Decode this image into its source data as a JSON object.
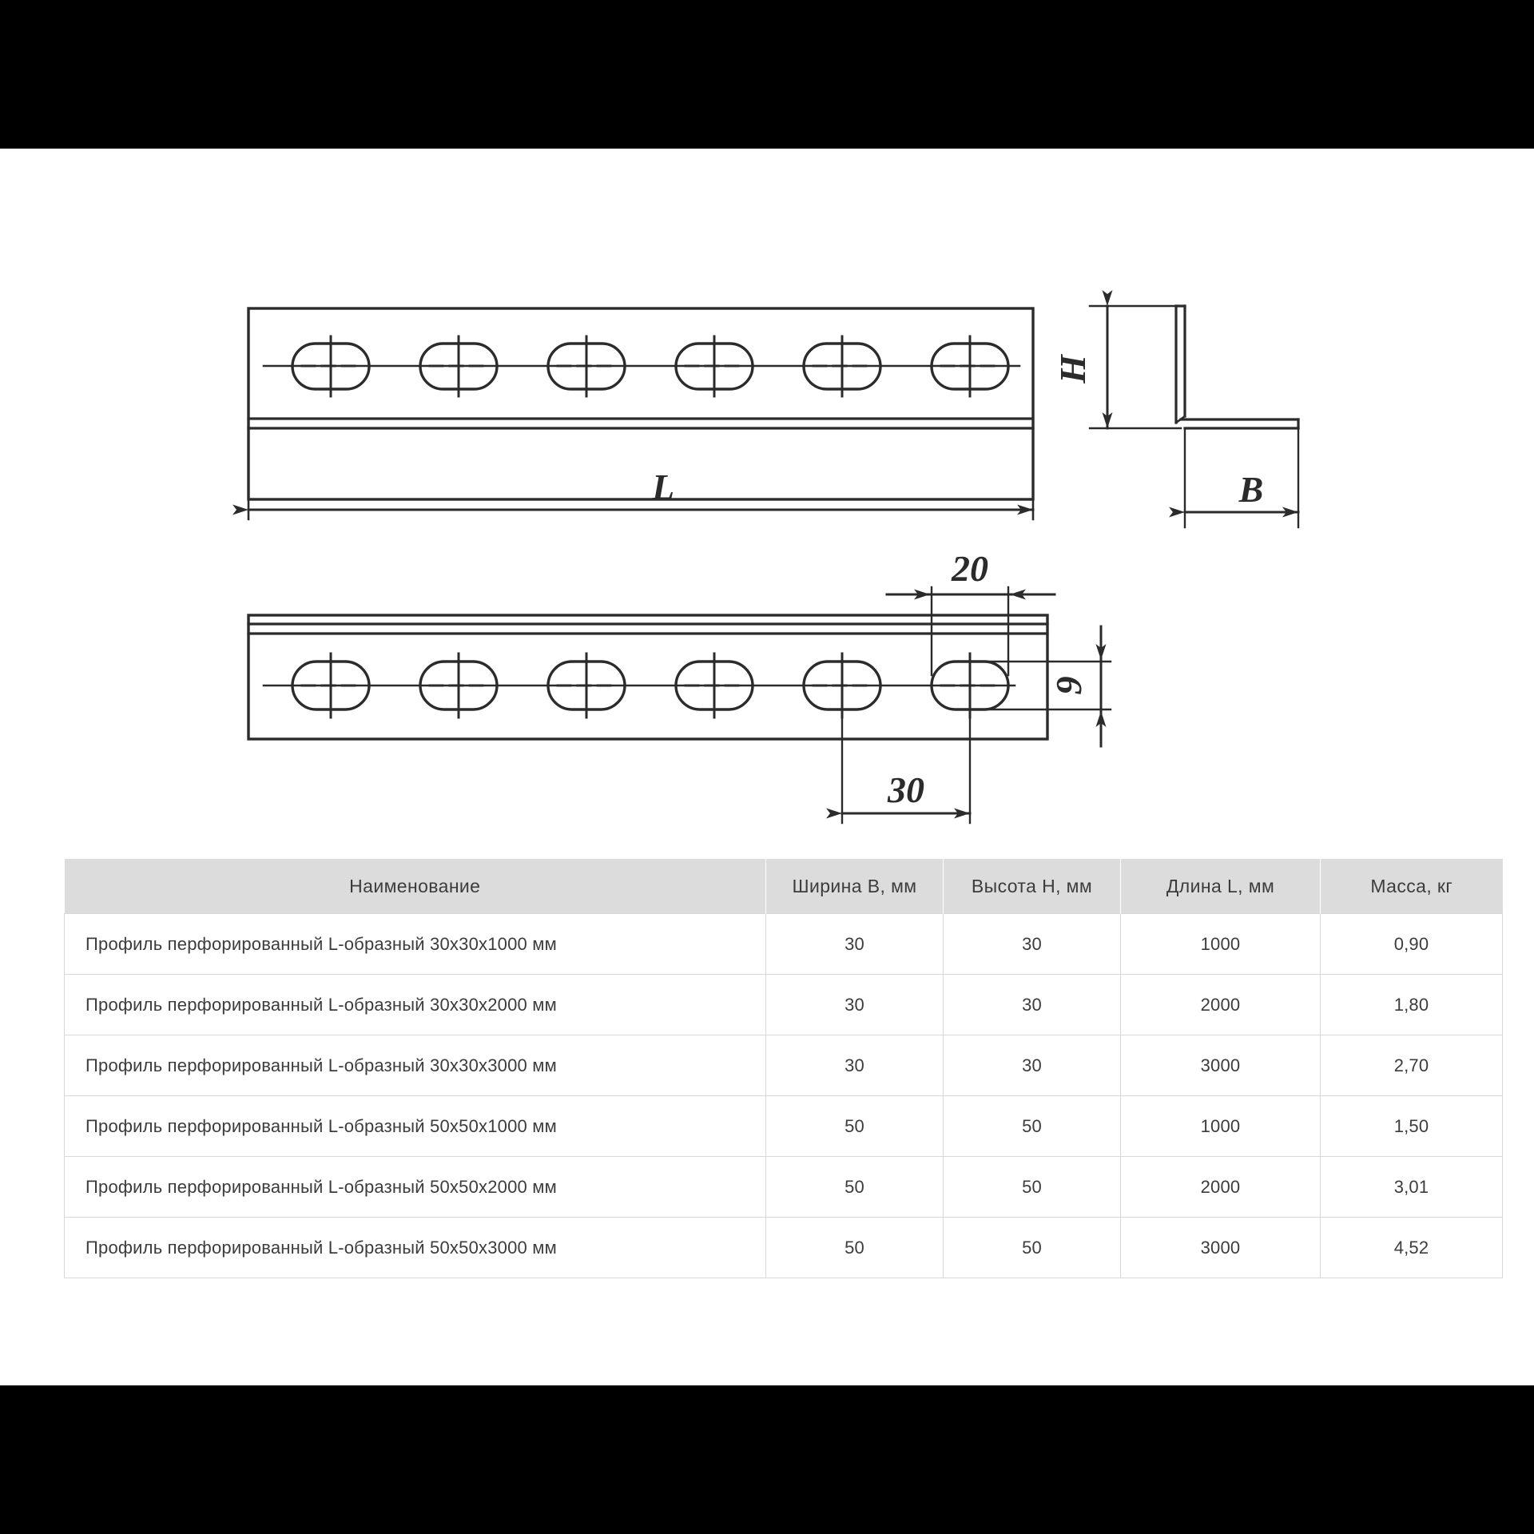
{
  "drawing": {
    "title": "L-shaped perforated profile technical drawing",
    "views": [
      {
        "id": "front-view",
        "label": "front elevation with perforation slots",
        "slot_count": 6,
        "dimension_labels": [
          "L"
        ]
      },
      {
        "id": "section-view",
        "label": "L-profile cross section",
        "dimension_labels": [
          "H",
          "B"
        ]
      },
      {
        "id": "detail-view",
        "label": "bottom elevation with slot dimensions",
        "slot_count": 6,
        "dimension_labels": [
          "20",
          "9",
          "30"
        ]
      }
    ],
    "dimensions": {
      "length_label": "L",
      "height_label": "H",
      "width_label": "B",
      "slot_length": "20",
      "slot_width": "9",
      "slot_pitch": "30"
    },
    "line_color": "#2b2b2b"
  },
  "table": {
    "headers": {
      "name": "Наименование",
      "width": "Ширина B, мм",
      "height": "Высота H, мм",
      "length": "Длина L, мм",
      "mass": "Масса, кг"
    },
    "rows": [
      {
        "name": "Профиль перфорированный L-образный 30x30x1000 мм",
        "width": "30",
        "height": "30",
        "length": "1000",
        "mass": "0,90"
      },
      {
        "name": "Профиль перфорированный L-образный 30x30x2000 мм",
        "width": "30",
        "height": "30",
        "length": "2000",
        "mass": "1,80"
      },
      {
        "name": "Профиль перфорированный L-образный 30x30x3000 мм",
        "width": "30",
        "height": "30",
        "length": "3000",
        "mass": "2,70"
      },
      {
        "name": "Профиль перфорированный L-образный 50x50x1000 мм",
        "width": "50",
        "height": "50",
        "length": "1000",
        "mass": "1,50"
      },
      {
        "name": "Профиль перфорированный L-образный 50x50x2000 мм",
        "width": "50",
        "height": "50",
        "length": "2000",
        "mass": "3,01"
      },
      {
        "name": "Профиль перфорированный L-образный 50x50x3000 мм",
        "width": "50",
        "height": "50",
        "length": "3000",
        "mass": "4,52"
      }
    ]
  },
  "colors": {
    "header_background": "#dcdcdc",
    "text": "#3c3c3c",
    "grid": "#d8d8d8",
    "letterbox": "#000000",
    "page": "#ffffff"
  }
}
